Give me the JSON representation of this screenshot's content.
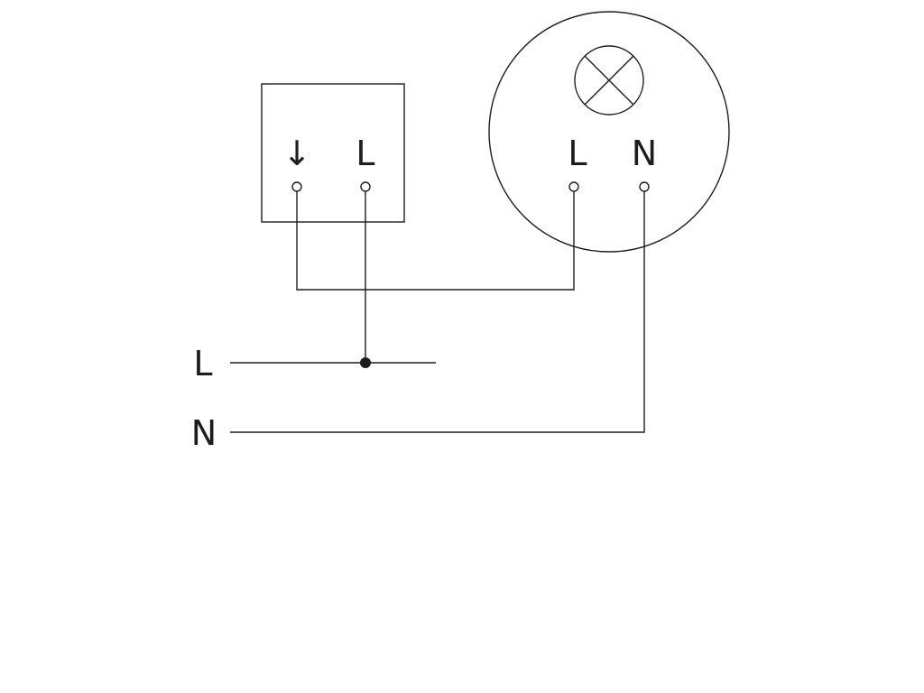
{
  "colors": {
    "line": "#1d1d1b",
    "background": "#ffffff"
  },
  "switch": {
    "terminal_left_label": "↓",
    "terminal_right_label": "L"
  },
  "luminaire": {
    "icon": "lamp-icon",
    "terminal_left_label": "L",
    "terminal_right_label": "N"
  },
  "mains": {
    "line_label": "L",
    "neutral_label": "N"
  }
}
